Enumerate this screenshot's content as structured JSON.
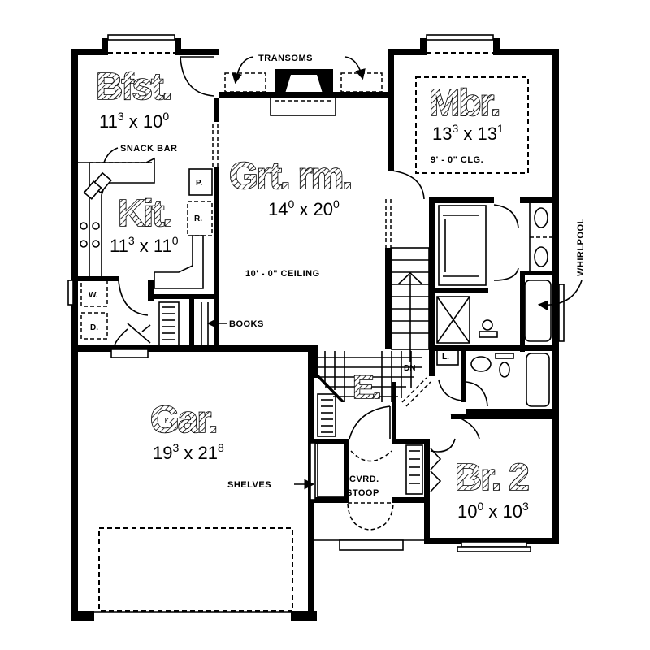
{
  "plan": {
    "type": "residential floor plan",
    "colors": {
      "line": "#000000",
      "background": "#ffffff"
    }
  },
  "rooms": {
    "breakfast": {
      "name": "Bfst.",
      "dim_a": "11",
      "dim_a_sup": "3",
      "dim_b": "10",
      "dim_b_sup": "0"
    },
    "kitchen": {
      "name": "Kit.",
      "dim_a": "11",
      "dim_a_sup": "3",
      "dim_b": "11",
      "dim_b_sup": "0"
    },
    "great_room": {
      "name": "Grt. rm.",
      "dim_a": "14",
      "dim_a_sup": "0",
      "dim_b": "20",
      "dim_b_sup": "0",
      "ceiling": "10' - 0\" CEILING"
    },
    "master_bedroom": {
      "name": "Mbr.",
      "dim_a": "13",
      "dim_a_sup": "3",
      "dim_b": "13",
      "dim_b_sup": "1",
      "ceiling": "9' - 0\" CLG."
    },
    "garage": {
      "name": "Gar.",
      "dim_a": "19",
      "dim_a_sup": "3",
      "dim_b": "21",
      "dim_b_sup": "8"
    },
    "entry": {
      "name": "E."
    },
    "bedroom_2": {
      "name": "Br. 2",
      "dim_a": "10",
      "dim_a_sup": "0",
      "dim_b": "10",
      "dim_b_sup": "3"
    }
  },
  "labels": {
    "transoms": "TRANSOMS",
    "snack_bar": "SNACK BAR",
    "books": "BOOKS",
    "whirlpool": "WHIRLPOOL",
    "shelves": "SHELVES",
    "covered_stoop_1": "CVRD.",
    "covered_stoop_2": "STOOP",
    "stairs_down": "DN",
    "pantry": "P.",
    "refrigerator": "R.",
    "washer": "W.",
    "dryer": "D.",
    "linen": "L."
  }
}
